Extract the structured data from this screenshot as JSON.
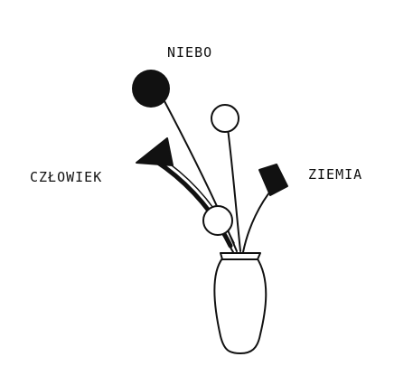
{
  "labels": {
    "top": "NIEBO",
    "left": "CZŁOWIEK",
    "right": "ZIEMIA"
  },
  "colors": {
    "ink": "#111111",
    "background": "#ffffff"
  }
}
